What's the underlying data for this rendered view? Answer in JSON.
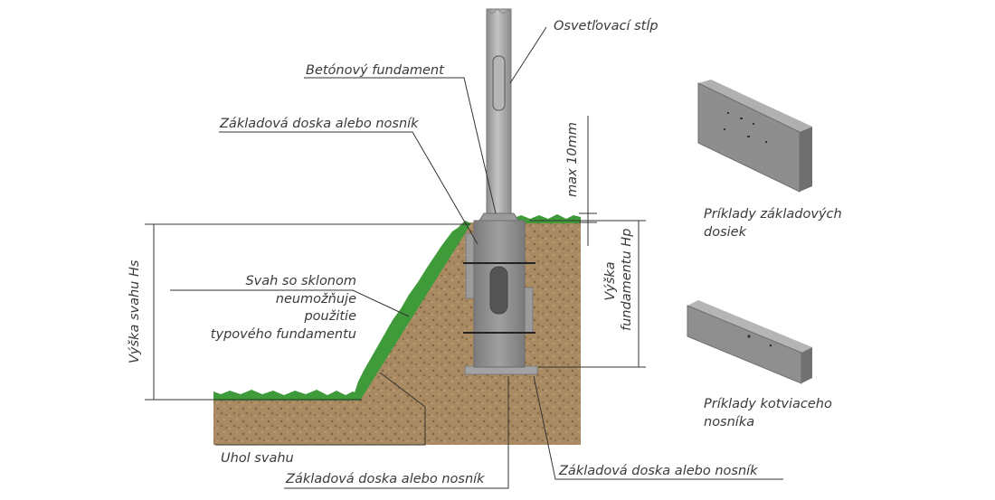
{
  "labels": {
    "pole": "Osvetľovací stĺp",
    "concrete_foundation": "Betónový fundament",
    "base_plate_top": "Základová doska alebo nosník",
    "max_gap": "max 10mm",
    "slope_height": "Výška svahu Hs",
    "foundation_height_line1": "Výška",
    "foundation_height_line2": "fundamentu Hp",
    "slope_note": [
      "Svah so sklonom",
      "neumožňuje",
      "použitie",
      "typového fundamentu"
    ],
    "slope_angle": "Uhol svahu",
    "base_plate_bottom_left": "Základová doska alebo nosník",
    "base_plate_bottom_right": "Základová doska alebo nosník"
  },
  "examples": {
    "base_plates": [
      "Príklady základových",
      "dosiek"
    ],
    "anchor_beam": [
      "Príklady kotviaceho",
      "nosníka"
    ]
  },
  "colors": {
    "soil": "#a98a62",
    "grass": "#3f9a3a",
    "concrete": "#8d8d8d",
    "pole": "#a7a7a7",
    "line": "#333333",
    "text": "#3a3a3a"
  }
}
